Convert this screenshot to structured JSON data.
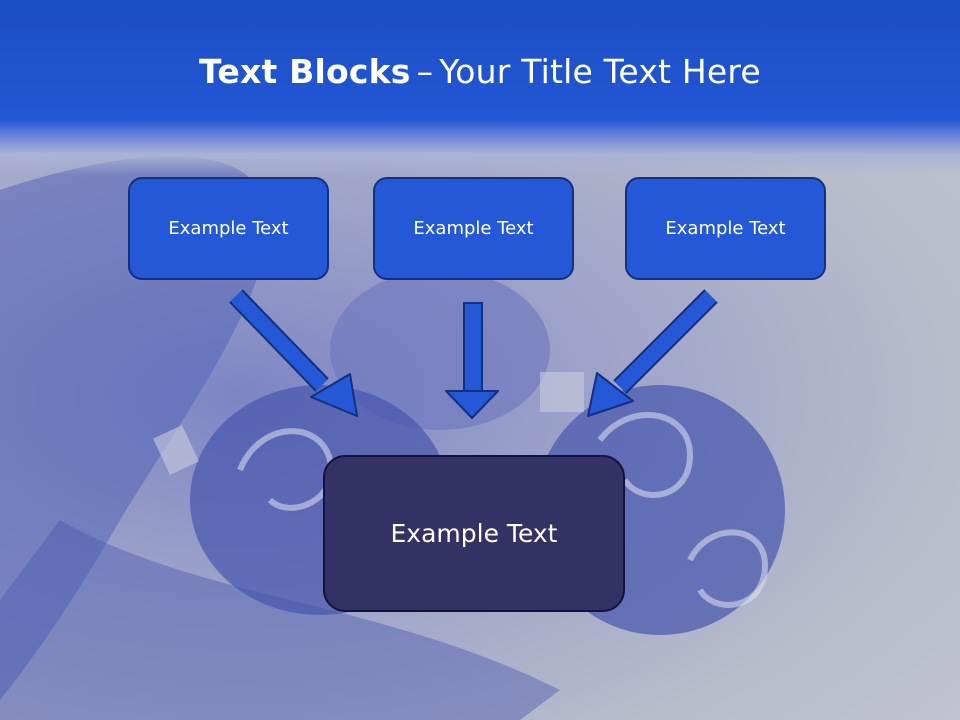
{
  "slide": {
    "title_bold": "Text Blocks",
    "title_dash": "–",
    "title_rest": "Your Title Text Here"
  },
  "boxes": {
    "top": [
      "Example Text",
      "Example Text",
      "Example Text"
    ],
    "center": "Example Text"
  },
  "colors": {
    "header": "#2256d4",
    "top_box_fill": "#2458d6",
    "top_box_border": "#13307e",
    "center_box_fill": "#343164",
    "arrow_fill": "#2458d6"
  }
}
